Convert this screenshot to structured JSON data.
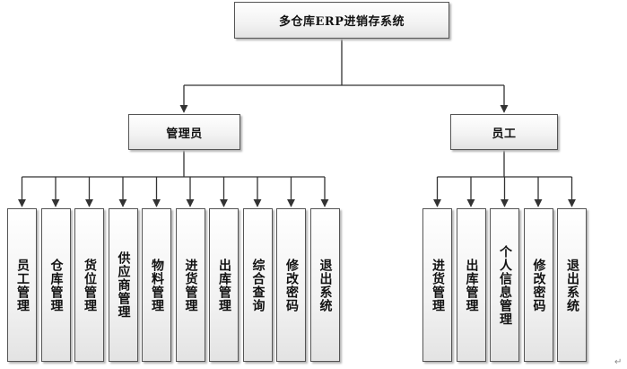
{
  "root": {
    "label": "多仓库ERP进销存系统"
  },
  "admin": {
    "label": "管理员",
    "children": [
      "员工管理",
      "仓库管理",
      "货位管理",
      "供应商管理",
      "物料管理",
      "进货管理",
      "出库管理",
      "综合查询",
      "修改密码",
      "退出系统"
    ]
  },
  "staff": {
    "label": "员工",
    "children": [
      "进货管理",
      "出库管理",
      "个人信息管理",
      "修改密码",
      "退出系统"
    ]
  },
  "colors": {
    "line": "#333333",
    "border": "#555555",
    "box_top": "#ffffff",
    "box_bottom": "#e3e3e3"
  },
  "paragraph_mark": "↵"
}
